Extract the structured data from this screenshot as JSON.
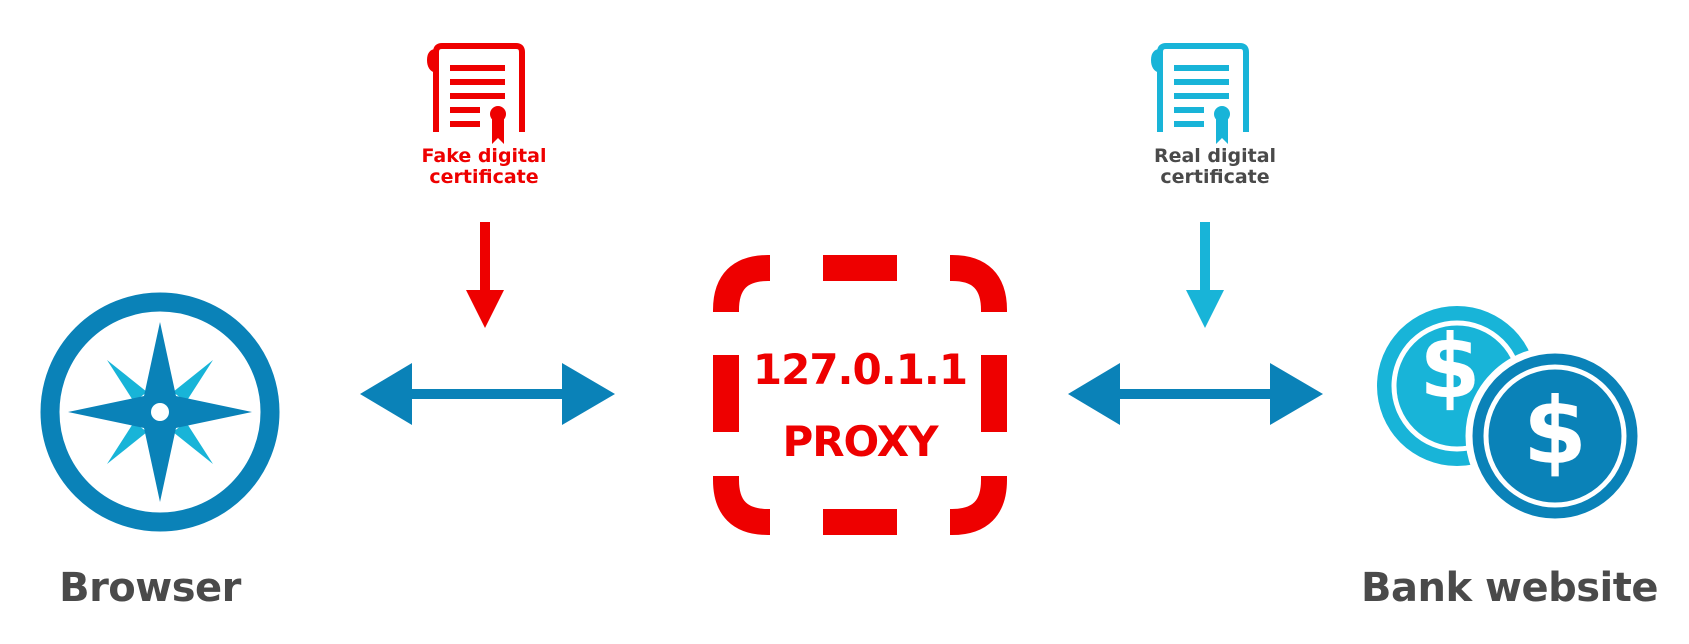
{
  "colors": {
    "red": "#ee0000",
    "blue": "#0a82b8",
    "light_blue": "#18b4d8",
    "gray_text": "#4a4a4a"
  },
  "nodes": {
    "browser": {
      "label": "Browser",
      "icon": "compass-icon"
    },
    "proxy": {
      "address": "127.0.1.1",
      "label": "PROXY",
      "icon": "dashed-frame-icon"
    },
    "bank": {
      "label": "Bank website",
      "icon": "coins-icon"
    }
  },
  "certificates": {
    "fake": {
      "label_line1": "Fake digital",
      "label_line2": "certificate",
      "icon": "certificate-icon"
    },
    "real": {
      "label_line1": "Real digital",
      "label_line2": "certificate",
      "icon": "certificate-icon"
    }
  },
  "connectors": [
    {
      "from": "browser",
      "to": "proxy",
      "type": "bidirectional-arrow"
    },
    {
      "from": "proxy",
      "to": "bank",
      "type": "bidirectional-arrow"
    },
    {
      "from": "fake-certificate",
      "to": "browser-proxy-link",
      "type": "down-arrow"
    },
    {
      "from": "real-certificate",
      "to": "proxy-bank-link",
      "type": "down-arrow"
    }
  ]
}
